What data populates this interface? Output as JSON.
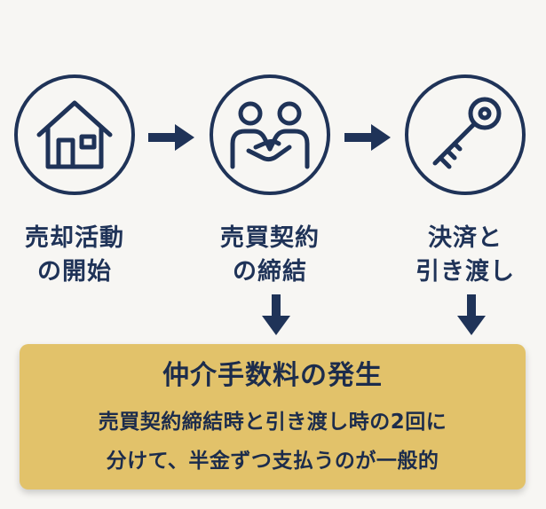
{
  "steps": [
    {
      "icon": "house-icon",
      "line1": "売却活動",
      "line2": "の開始"
    },
    {
      "icon": "handshake-icon",
      "line1": "売買契約",
      "line2": "の締結"
    },
    {
      "icon": "key-icon",
      "line1": "決済と",
      "line2": "引き渡し"
    }
  ],
  "panel": {
    "title": "仲介手数料の発生",
    "line1": "売買契約締結時と引き渡し時の2回に",
    "line2": "分けて、半金ずつ支払うのが一般的"
  },
  "colors": {
    "navy": "#1f3358",
    "gold": "#e2c26a",
    "background": "#f7f6f3"
  }
}
